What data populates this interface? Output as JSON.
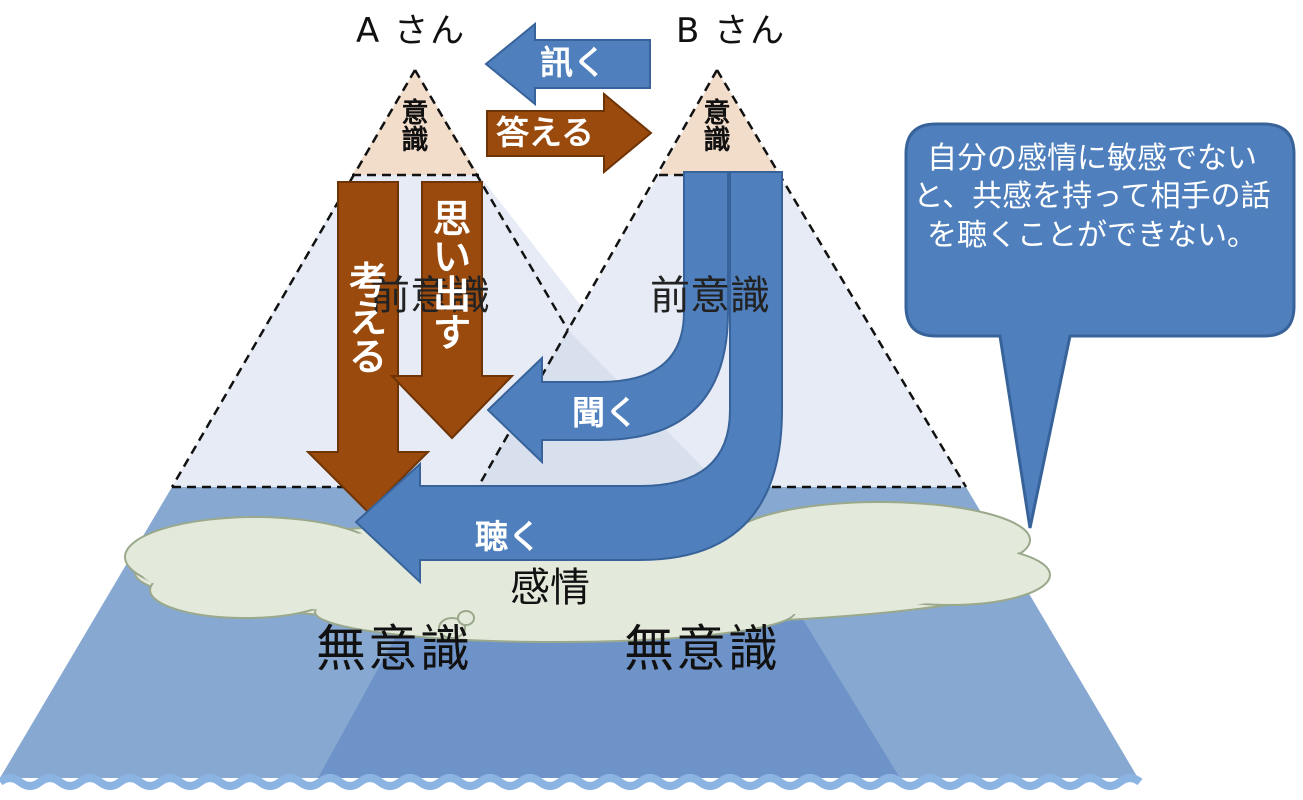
{
  "persons": {
    "a": "A さん",
    "b": "B さん"
  },
  "levels": {
    "conscious": "意識",
    "preconscious_a": "前意識",
    "preconscious_b": "前意識",
    "unconscious_a": "無意識",
    "unconscious_b": "無意識",
    "emotion": "感情"
  },
  "arrows": {
    "ask": "訊く",
    "answer": "答える",
    "think": "考える",
    "recall": "思い出す",
    "listen_hear": "聞く",
    "listen_attentive": "聴く"
  },
  "callout": "自分の感情に敏感でないと、共感を持って相手の話を聴くことができない。",
  "colors": {
    "conscious_fill": "#f2dcca",
    "preconscious_fill": "#e6ebf5",
    "unconscious_fill": "#87a8d1",
    "unconscious_overlap": "#6e93c8",
    "emotion_cloud": "#e4eadb",
    "blue_arrow": "#4f80bd",
    "brown_arrow": "#9a4a0d",
    "water_line": "#8cb4e2"
  }
}
